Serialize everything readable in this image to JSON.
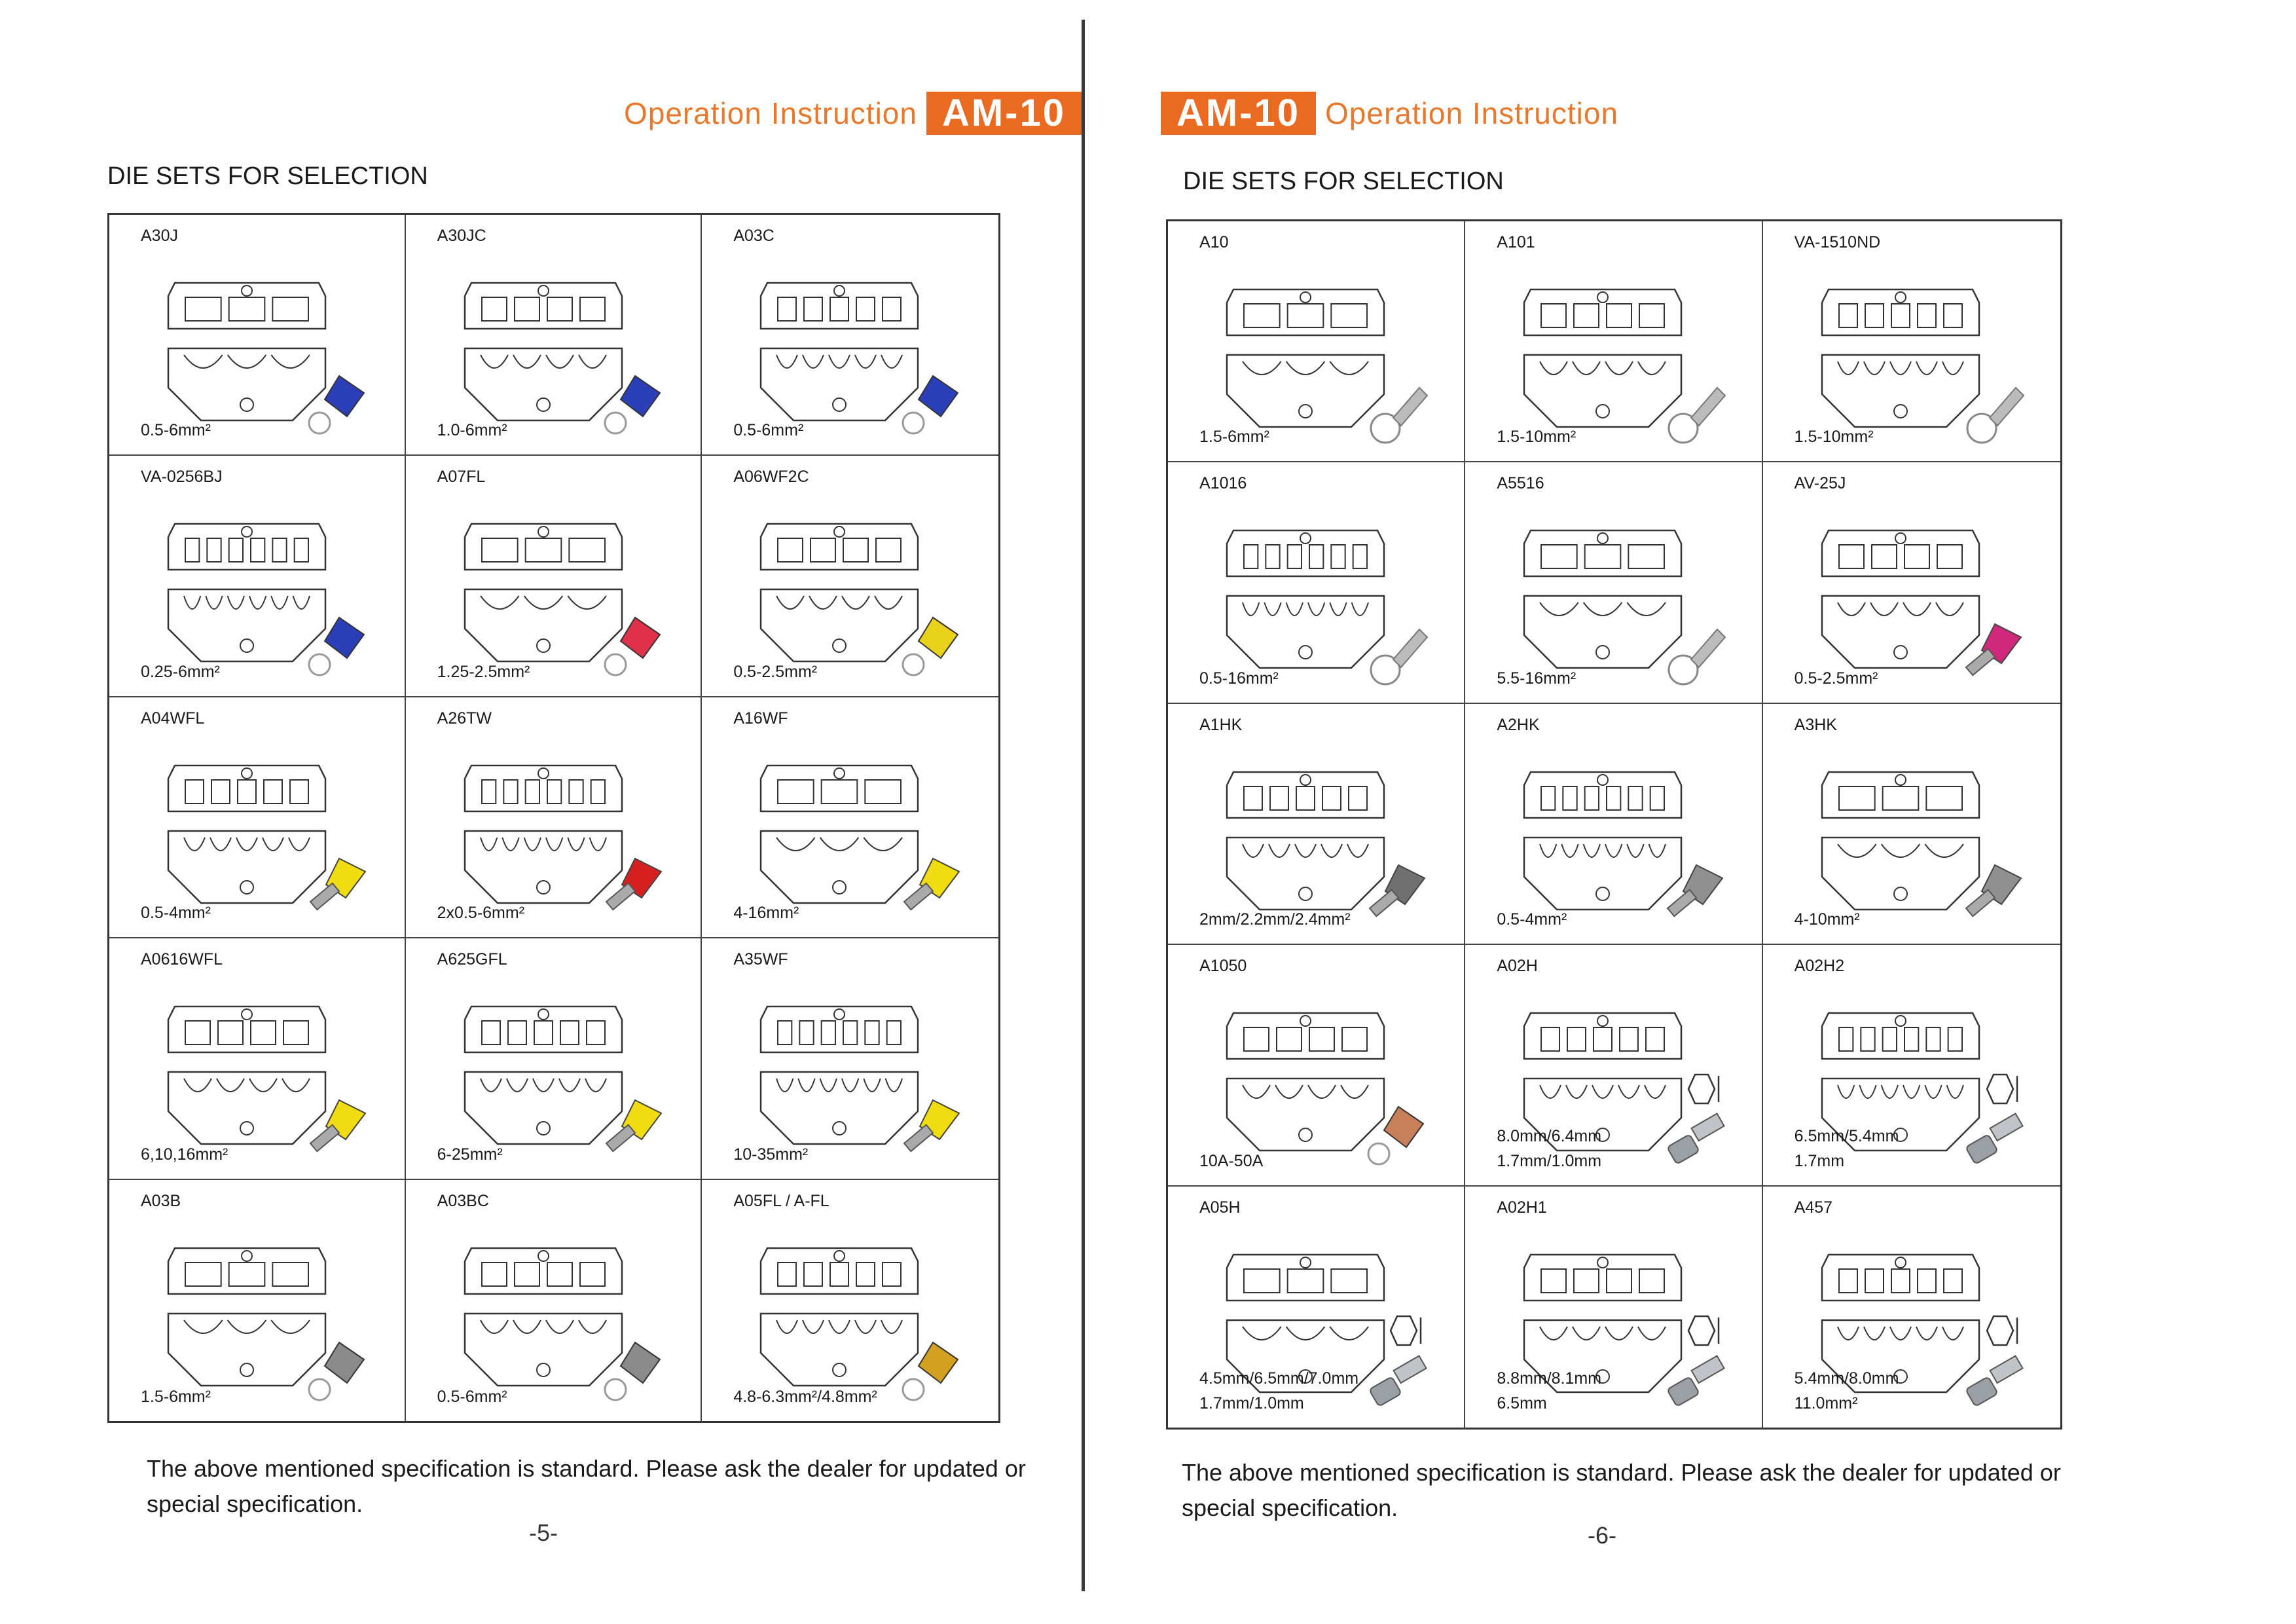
{
  "header": {
    "operation_text": "Operation  Instruction",
    "model": "AM-10"
  },
  "section_title": "DIE SETS FOR SELECTION",
  "footnote": {
    "line1": "The above mentioned specification is standard. Please ask the dealer for updated or",
    "line2": "special specification."
  },
  "colors": {
    "accent": "#e96a20",
    "accent_text": "#e8782c"
  },
  "pages": {
    "left": {
      "number": "-5-",
      "cells": [
        {
          "name": "A30J",
          "spec": "0.5-6mm²",
          "terminal": "blue-terminal-icon",
          "color": "#2b3fb8"
        },
        {
          "name": "A30JC",
          "spec": "1.0-6mm²",
          "terminal": "blue-terminal-icon",
          "color": "#2b3fb8"
        },
        {
          "name": "A03C",
          "spec": "0.5-6mm²",
          "terminal": "blue-terminal-icon",
          "color": "#2b3fb8"
        },
        {
          "name": "VA-0256BJ",
          "spec": "0.25-6mm²",
          "terminal": "blue-terminal-icon",
          "color": "#2b3fb8"
        },
        {
          "name": "A07FL",
          "spec": "1.25-2.5mm²",
          "terminal": "red-flag-terminal-icon",
          "color": "#e0304a"
        },
        {
          "name": "A06WF2C",
          "spec": "0.5-2.5mm²",
          "terminal": "blue-yellow-terminal-icon",
          "color": "#e8d21c"
        },
        {
          "name": "A04WFL",
          "spec": "0.5-4mm²",
          "terminal": "yellow-ferrule-icon",
          "color": "#f0dc10"
        },
        {
          "name": "A26TW",
          "spec": "2x0.5-6mm²",
          "terminal": "red-ferrule-icon",
          "color": "#d62020"
        },
        {
          "name": "A16WF",
          "spec": "4-16mm²",
          "terminal": "yellow-ferrule-icon",
          "color": "#f0dc10"
        },
        {
          "name": "A0616WFL",
          "spec": "6,10,16mm²",
          "terminal": "yellow-ferrule-icon",
          "color": "#f0dc10"
        },
        {
          "name": "A625GFL",
          "spec": "6-25mm²",
          "terminal": "yellow-ferrule-icon",
          "color": "#f0dc10"
        },
        {
          "name": "A35WF",
          "spec": "10-35mm²",
          "terminal": "yellow-ferrule-icon",
          "color": "#f0dc10"
        },
        {
          "name": "A03B",
          "spec": "1.5-6mm²",
          "terminal": "open-barrel-terminal-icon",
          "color": "#8a8a8a"
        },
        {
          "name": "A03BC",
          "spec": "0.5-6mm²",
          "terminal": "open-barrel-terminal-icon",
          "color": "#8a8a8a"
        },
        {
          "name": "A05FL / A-FL",
          "spec": "4.8-6.3mm²/4.8mm²",
          "terminal": "gold-flag-terminal-icon",
          "color": "#d4a020"
        }
      ]
    },
    "right": {
      "number": "-6-",
      "cells": [
        {
          "name": "A10",
          "spec": "1.5-6mm²",
          "terminal": "ring-terminal-icon",
          "color": "#909090"
        },
        {
          "name": "A101",
          "spec": "1.5-10mm²",
          "terminal": "ring-terminal-icon",
          "color": "#909090"
        },
        {
          "name": "VA-1510ND",
          "spec": "1.5-10mm²",
          "terminal": "ring-terminal-icon",
          "color": "#909090"
        },
        {
          "name": "A1016",
          "spec": "0.5-16mm²",
          "terminal": "ring-terminal-icon",
          "color": "#909090"
        },
        {
          "name": "A5516",
          "spec": "5.5-16mm²",
          "terminal": "ring-terminal-icon",
          "color": "#909090"
        },
        {
          "name": "AV-25J",
          "spec": "0.5-2.5mm²",
          "terminal": "pink-terminal-icon",
          "color": "#d0287a"
        },
        {
          "name": "A1HK",
          "spec": "2mm/2.2mm/2.4mm²",
          "terminal": "pin-contact-icon",
          "color": "#707070"
        },
        {
          "name": "A2HK",
          "spec": "0.5-4mm²",
          "terminal": "pin-contact-icon",
          "color": "#909090"
        },
        {
          "name": "A3HK",
          "spec": "4-10mm²",
          "terminal": "pin-contact-icon",
          "color": "#909090"
        },
        {
          "name": "A1050",
          "spec": "10A-50A",
          "terminal": "copper-lug-icon",
          "color": "#c8805a"
        },
        {
          "name": "A02H",
          "spec": "8.0mm/6.4mm",
          "spec2": "1.7mm/1.0mm",
          "terminal": "bnc-connector-icon",
          "color": "#808080",
          "hex": true
        },
        {
          "name": "A02H2",
          "spec": "6.5mm/5.4mm",
          "spec2": "1.7mm",
          "terminal": "bnc-connector-icon",
          "color": "#808080",
          "hex": true
        },
        {
          "name": "A05H",
          "spec": "4.5mm/6.5mm/7.0mm",
          "spec2": "1.7mm/1.0mm",
          "terminal": "bnc-connector-icon",
          "color": "#808080",
          "hex": true
        },
        {
          "name": "A02H1",
          "spec": "8.8mm/8.1mm",
          "spec2": "6.5mm",
          "terminal": "bnc-connector-icon",
          "color": "#808080",
          "hex": true
        },
        {
          "name": "A457",
          "spec": "5.4mm/8.0mm",
          "spec2": "11.0mm²",
          "terminal": "bnc-connector-icon",
          "color": "#808080",
          "hex": true
        }
      ]
    }
  }
}
